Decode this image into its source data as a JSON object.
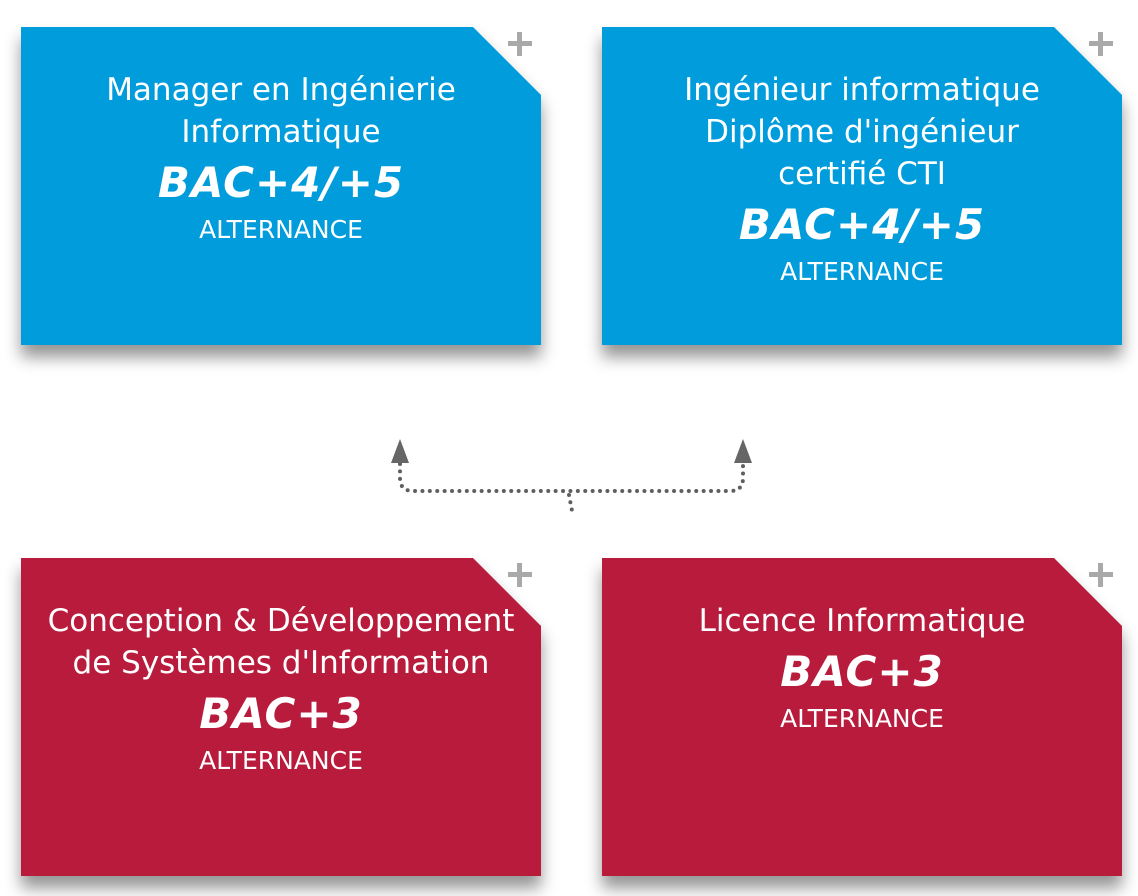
{
  "page_background": "#FFFFFF",
  "text_color": "#FFFFFF",
  "card_icon": {
    "plus_color": "#A9A9A9"
  },
  "connector": {
    "dot_color": "#5F5F5F",
    "arrow_color": "#666666"
  },
  "cards": [
    {
      "title": "Manager en Ingénierie\nInformatique",
      "degree": "BAC+4/+5",
      "mode": "ALTERNANCE",
      "background_color": "#009CDB"
    },
    {
      "title": "Ingénieur informatique\nDiplôme d'ingénieur\ncertifié CTI",
      "degree": "BAC+4/+5",
      "mode": "ALTERNANCE",
      "background_color": "#009CDB"
    },
    {
      "title": "Conception & Développement\nde Systèmes d'Information",
      "degree": "BAC+3",
      "mode": "ALTERNANCE",
      "background_color": "#B81B3C"
    },
    {
      "title": "Licence Informatique",
      "degree": "BAC+3",
      "mode": "ALTERNANCE",
      "background_color": "#B81B3C"
    }
  ]
}
